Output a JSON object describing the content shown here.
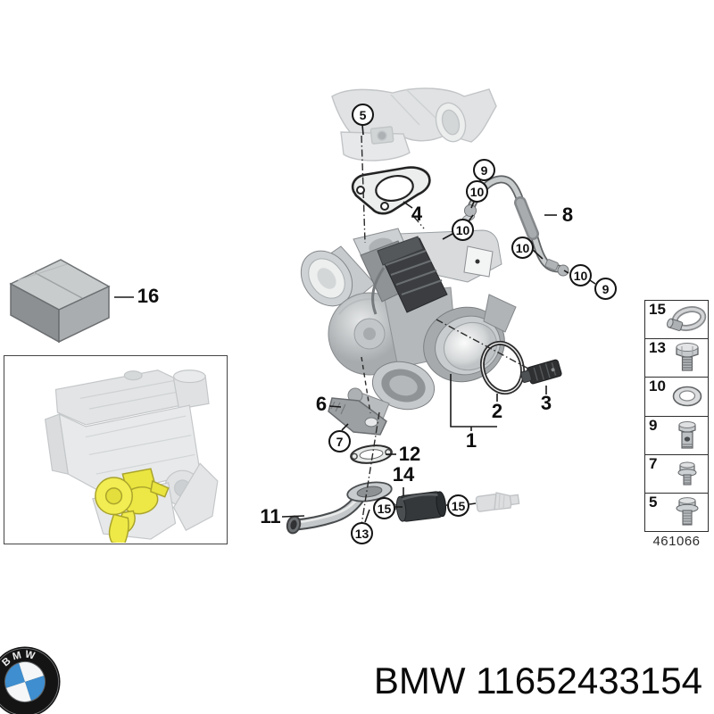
{
  "image": {
    "type": "parts-diagram",
    "product_brand": "BMW",
    "part_number": "11652433154"
  },
  "footer": {
    "logo_text": "BMW",
    "caption": "BMW 11652433154"
  },
  "diagram": {
    "drawing_number": "461066",
    "circled_callouts": [
      {
        "label": "5"
      },
      {
        "label": "9"
      },
      {
        "label": "10"
      },
      {
        "label": "10"
      },
      {
        "label": "10"
      },
      {
        "label": "10"
      },
      {
        "label": "9"
      },
      {
        "label": "7"
      },
      {
        "label": "13"
      },
      {
        "label": "15"
      },
      {
        "label": "15"
      }
    ],
    "part_labels": [
      {
        "label": "4"
      },
      {
        "label": "8"
      },
      {
        "label": "16"
      },
      {
        "label": "6"
      },
      {
        "label": "2"
      },
      {
        "label": "1"
      },
      {
        "label": "3"
      },
      {
        "label": "12"
      },
      {
        "label": "14"
      },
      {
        "label": "11"
      }
    ],
    "legend": {
      "items": [
        {
          "number": "15",
          "icon": "hose-clamp-icon"
        },
        {
          "number": "13",
          "icon": "hex-bolt-icon"
        },
        {
          "number": "10",
          "icon": "washer-icon"
        },
        {
          "number": "9",
          "icon": "banjo-bolt-icon"
        },
        {
          "number": "7",
          "icon": "short-bolt-icon"
        },
        {
          "number": "5",
          "icon": "flange-bolt-icon"
        }
      ]
    }
  },
  "colors": {
    "background": "#ffffff",
    "line": "#141414",
    "ghost_gray": "#dfe1e2",
    "actuator_dark": "#3a3c3e",
    "highlight_yellow": "#ede94a",
    "logo_blue": "#3e8ed0"
  }
}
